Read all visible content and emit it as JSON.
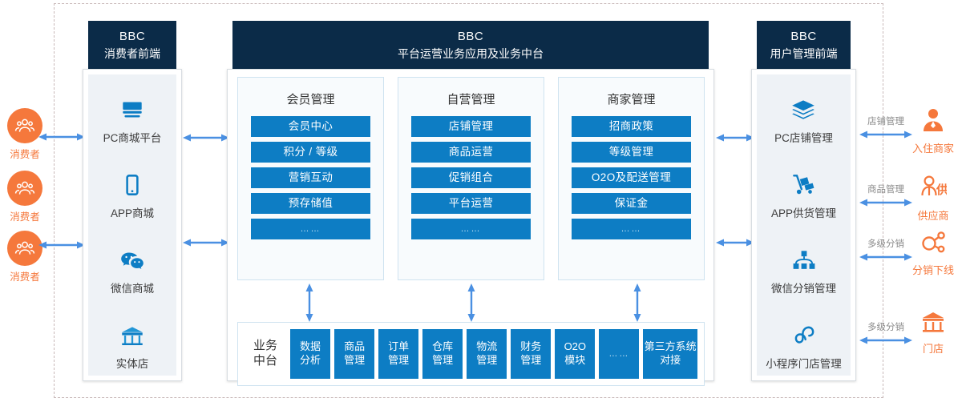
{
  "left_panel": {
    "header": {
      "line1": "BBC",
      "line2": "消费者前端"
    },
    "items": [
      {
        "icon": "pc-monitor-icon",
        "label": "PC商城平台"
      },
      {
        "icon": "mobile-phone-icon",
        "label": "APP商城"
      },
      {
        "icon": "wechat-icon",
        "label": "微信商城"
      },
      {
        "icon": "storefront-icon",
        "label": "实体店"
      }
    ]
  },
  "center_panel": {
    "header": {
      "line1": "BBC",
      "line2": "平台运营业务应用及业务中台"
    },
    "groups": [
      {
        "title": "会员管理",
        "buttons": [
          "会员中心",
          "积分 / 等级",
          "营销互动",
          "预存储值",
          "……"
        ]
      },
      {
        "title": "自营管理",
        "buttons": [
          "店铺管理",
          "商品运营",
          "促销组合",
          "平台运营",
          "……"
        ]
      },
      {
        "title": "商家管理",
        "buttons": [
          "招商政策",
          "等级管理",
          "O2O及配送管理",
          "保证金",
          "……"
        ]
      }
    ],
    "middle_platform": {
      "label_line1": "业务",
      "label_line2": "中台",
      "cells": [
        {
          "line1": "数据",
          "line2": "分析"
        },
        {
          "line1": "商品",
          "line2": "管理"
        },
        {
          "line1": "订单",
          "line2": "管理"
        },
        {
          "line1": "仓库",
          "line2": "管理"
        },
        {
          "line1": "物流",
          "line2": "管理"
        },
        {
          "line1": "财务",
          "line2": "管理"
        },
        {
          "line1": "O2O",
          "line2": "模块"
        },
        {
          "line1": "……",
          "line2": ""
        },
        {
          "line1": "第三方系统",
          "line2": "对接"
        }
      ]
    }
  },
  "right_panel": {
    "header": {
      "line1": "BBC",
      "line2": "用户管理前端"
    },
    "items": [
      {
        "icon": "layers-icon",
        "label": "PC店铺管理"
      },
      {
        "icon": "hand-truck-icon",
        "label": "APP供货管理"
      },
      {
        "icon": "org-tree-icon",
        "label": "微信分销管理"
      },
      {
        "icon": "mini-program-icon",
        "label": "小程序门店管理"
      }
    ]
  },
  "left_actors": [
    {
      "icon": "consumer-group-icon",
      "label": "消费者"
    },
    {
      "icon": "consumer-group-icon",
      "label": "消费者"
    },
    {
      "icon": "consumer-group-icon",
      "label": "消费者"
    }
  ],
  "right_actors": [
    {
      "icon": "merchant-person-icon",
      "label": "入住商家",
      "relation": "店铺管理"
    },
    {
      "icon": "supplier-icon",
      "label": "供应商",
      "relation": "商品管理"
    },
    {
      "icon": "network-share-icon",
      "label": "分销下线",
      "relation": "多级分销"
    },
    {
      "icon": "store-icon",
      "label": "门店",
      "relation": "多级分销"
    }
  ],
  "colors": {
    "navy": "#0b2b48",
    "blue": "#0d7dc4",
    "arrow_blue": "#4a90e2",
    "orange": "#f5783c",
    "panel_grey": "#eef2f6",
    "frame_dash": "#c9b9b9"
  }
}
